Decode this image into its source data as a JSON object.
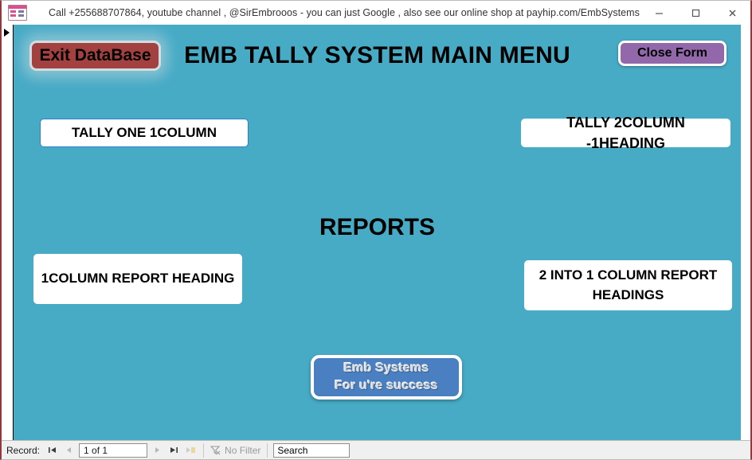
{
  "window": {
    "icon_name": "access-form-icon",
    "title": "Call  +255688707864, youtube channel , @SirEmbrooos - you can just Google , also see our online shop at payhip.com/EmbSystems",
    "controls": {
      "minimize": "minimize-icon",
      "maximize": "maximize-icon",
      "close": "close-icon"
    }
  },
  "form": {
    "background_color": "#47abc6",
    "title": "EMB TALLY SYSTEM MAIN MENU",
    "exit_button": {
      "label": "Exit DataBase",
      "fill_color": "#a34040",
      "border_color": "#d2dde2"
    },
    "close_form_button": {
      "label": "Close Form",
      "fill_color": "#9268ab",
      "border_color": "#ffffff"
    },
    "buttons": [
      {
        "label": "TALLY ONE  1COLUMN"
      },
      {
        "label": "TALLY 2COLUMN -1HEADING"
      },
      {
        "label": "1COLUMN REPORT HEADING"
      },
      {
        "label": "2 INTO 1 COLUMN REPORT HEADINGS"
      }
    ],
    "reports_heading": "REPORTS",
    "logo": {
      "line1": "Emb Systems",
      "line2": "For u're success",
      "fill_color": "#4a7fc1"
    }
  },
  "statusbar": {
    "record_label": "Record:",
    "first_icon": "first-record-icon",
    "previous_icon": "previous-record-icon",
    "record_position": "1 of 1",
    "next_icon": "next-record-icon",
    "last_icon": "last-record-icon",
    "new_icon": "new-record-icon",
    "filter_icon": "filter-icon",
    "filter_label": "No Filter",
    "search_value": "Search"
  }
}
